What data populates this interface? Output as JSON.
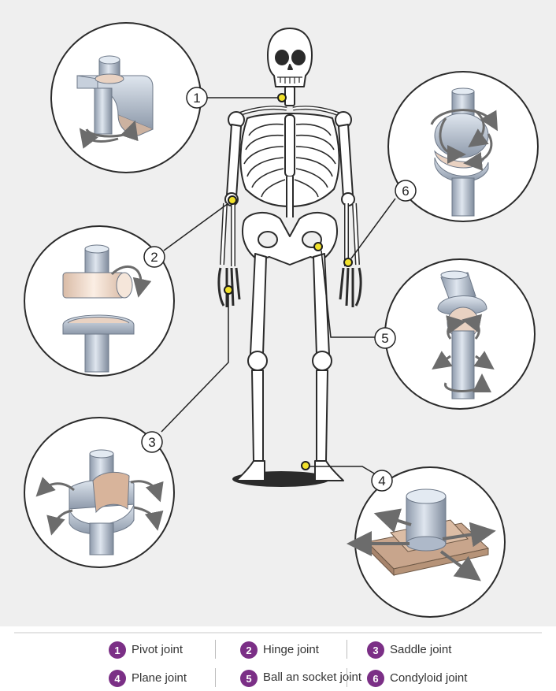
{
  "colors": {
    "background": "#efefef",
    "bone": "#ffffff",
    "bone_outline": "#2b2b2b",
    "metal": "#aeb9c9",
    "metal_dark": "#7f8b9c",
    "cartilage": "#e9d2c2",
    "wood": "#c8a58c",
    "joint_marker": "#f1e12b",
    "badge": "#7b2f86",
    "callout_line": "#222222",
    "arrow": "#6c6c6c"
  },
  "callouts": [
    {
      "number": "1"
    },
    {
      "number": "2"
    },
    {
      "number": "3"
    },
    {
      "number": "4"
    },
    {
      "number": "5"
    },
    {
      "number": "6"
    }
  ],
  "legend": [
    {
      "number": "1",
      "label": "Pivot joint"
    },
    {
      "number": "2",
      "label": "Hinge joint"
    },
    {
      "number": "3",
      "label": "Saddle joint"
    },
    {
      "number": "4",
      "label": "Plane joint"
    },
    {
      "number": "5",
      "label": "Ball an socket joint"
    },
    {
      "number": "6",
      "label": "Condyloid joint"
    }
  ],
  "icons": [
    "skeleton-illustration",
    "pivot-joint-icon",
    "hinge-joint-icon",
    "saddle-joint-icon",
    "plane-joint-icon",
    "ball-and-socket-joint-icon",
    "condyloid-joint-icon"
  ]
}
